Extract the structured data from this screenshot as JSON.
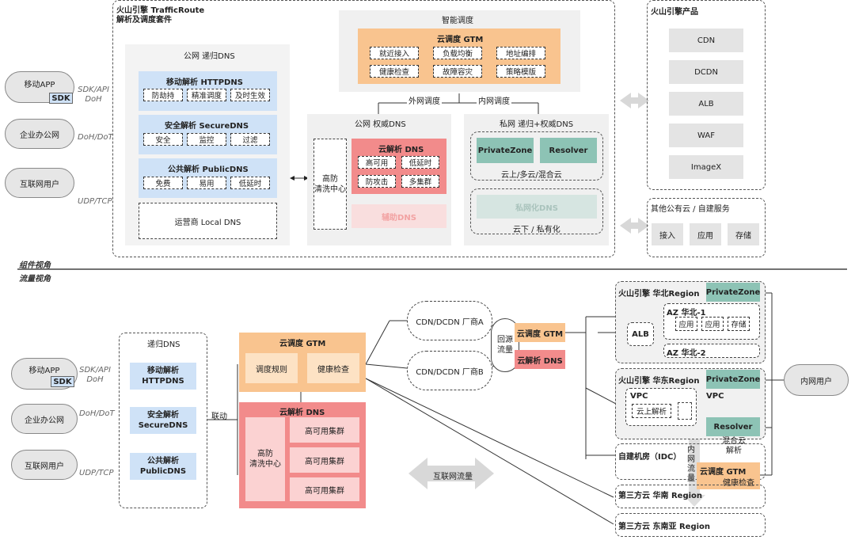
{
  "top": {
    "brand_line1": "火山引擎 TrafficRoute",
    "brand_line2": "解析及调度套件",
    "view_label": "组件视角",
    "clients": [
      {
        "name": "移动APP",
        "sub": "SDK",
        "proto": "SDK/API\nDoH"
      },
      {
        "name": "企业办公网",
        "proto": "DoH/DoT"
      },
      {
        "name": "互联网用户",
        "proto": "UDP/TCP"
      }
    ],
    "recursive": {
      "title": "公网 递归DNS",
      "httpdns": {
        "title": "移动解析 HTTPDNS",
        "tags": [
          "防劫持",
          "精准调度",
          "及时生效"
        ]
      },
      "securedns": {
        "title": "安全解析 SecureDNS",
        "tags": [
          "安全",
          "监控",
          "过滤"
        ]
      },
      "publicdns": {
        "title": "公共解析 PublicDNS",
        "tags": [
          "免费",
          "易用",
          "低延时"
        ]
      },
      "local": "运营商 Local DNS"
    },
    "scheduling": {
      "title": "智能调度",
      "gtm": "云调度 GTM",
      "tags": [
        "就近接入",
        "负载均衡",
        "地址编排",
        "健康检查",
        "故障容灾",
        "策略模版"
      ],
      "left_label": "外网调度",
      "right_label": "内网调度"
    },
    "authoritative": {
      "title": "公网 权威DNS",
      "ddos": "高防\n清洗中心",
      "clouddns": "云解析 DNS",
      "tags": [
        "高可用",
        "低延时",
        "防攻击",
        "多集群"
      ],
      "aux": "辅助DNS"
    },
    "private": {
      "title": "私网 递归+权威DNS",
      "privatezone": "PrivateZone",
      "resolver": "Resolver",
      "cloud_label": "云上/多云/混合云",
      "privdns": "私网化DNS",
      "offcloud_label": "云下 / 私有化"
    },
    "products": {
      "title": "火山引擎产品",
      "items": [
        "CDN",
        "DCDN",
        "ALB",
        "WAF",
        "ImageX"
      ]
    },
    "others": {
      "title": "其他公有云 / 自建服务",
      "items": [
        "接入",
        "应用",
        "存储"
      ]
    }
  },
  "bottom": {
    "view_label": "流量视角",
    "clients": [
      {
        "name": "移动APP",
        "sub": "SDK",
        "proto": "SDK/API\nDoH"
      },
      {
        "name": "企业办公网",
        "proto": "DoH/DoT"
      },
      {
        "name": "互联网用户",
        "proto": "UDP/TCP"
      }
    ],
    "recursive": {
      "title": "递归DNS",
      "items": [
        "移动解析\nHTTPDNS",
        "安全解析\nSecureDNS",
        "公共解析\nPublicDNS"
      ]
    },
    "link_label": "联动",
    "gtm": {
      "title": "云调度 GTM",
      "items": [
        "调度规则",
        "健康检查"
      ]
    },
    "dns": {
      "title": "云解析 DNS",
      "ddos": "高防\n清洗中心",
      "clusters": [
        "高可用集群",
        "高可用集群",
        "高可用集群"
      ]
    },
    "internet_flow": "互联网流量",
    "cdn_a": "CDN/DCDN 厂商A",
    "cdn_b": "CDN/DCDN 厂商B",
    "origin": "回源\n流量",
    "gtm_small": "云调度 GTM",
    "dns_small": "云解析 DNS",
    "north": {
      "title": "火山引擎 华北Region",
      "privatezone": "PrivateZone",
      "alb": "ALB",
      "az1": "AZ 华北-1",
      "az1_items": [
        "应用",
        "应用",
        "存储"
      ],
      "az2": "AZ 华北-2"
    },
    "east": {
      "title": "火山引擎 华东Region",
      "privatezone": "PrivateZone",
      "vpc1": "VPC",
      "cloud_parse": "云上解析",
      "vpc2": "VPC",
      "resolver": "Resolver",
      "hybrid": "混合云\n解析"
    },
    "intranet_flow": "内\n网\n流\n量",
    "idc": "自建机房（IDC）",
    "gtm_idc": "云调度 GTM",
    "health": "健康检查",
    "third_south": "第三方云  华南 Region",
    "third_sea": "第三方云  东南亚 Region",
    "intranet_user": "内网用户"
  }
}
